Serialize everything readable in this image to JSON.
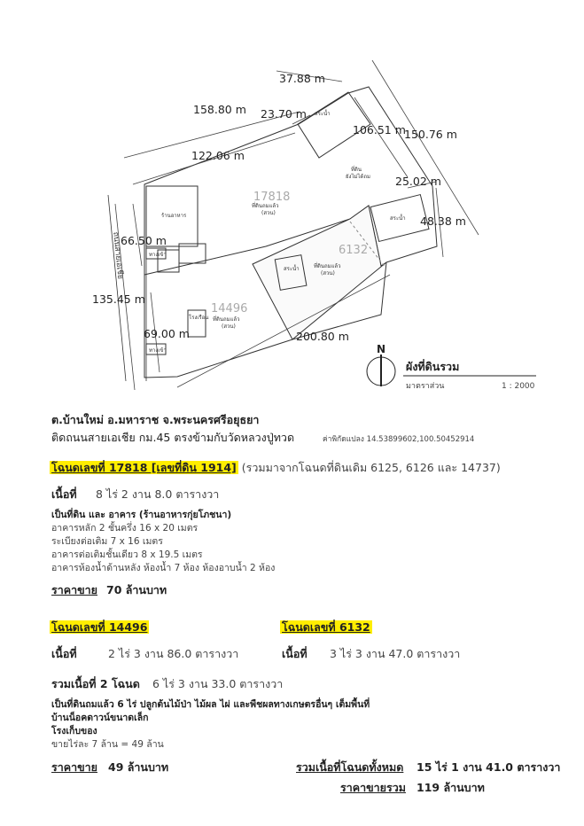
{
  "map": {
    "dimensions": {
      "d1": "158.80 m",
      "d2": "37.88 m",
      "d3": "23.70 m",
      "d4": "122.06 m",
      "d5": "106.51 m",
      "d6": "150.76 m",
      "d7": "25.02 m",
      "d8": "48.38 m",
      "d9": "66.50 m",
      "d10": "135.45 m",
      "d11": "69.00 m",
      "d12": "200.80 m"
    },
    "plots": {
      "p1": "17818",
      "p2": "14496",
      "p3": "6132"
    },
    "labels": {
      "pond": "สระน้ำ",
      "empty_land": "ที่ดิน",
      "empty_land_sub": "ยังไม่ได้ถม",
      "filled": "ที่ดินถมแล้ว",
      "garden": "(สวน)",
      "road": "ถนนสายเอเชีย",
      "restaurant": "ร้านอาหาร",
      "shop": "ทางเข้า",
      "factory": "โรงเรือน"
    },
    "legend": {
      "north": "N",
      "title": "ผังที่ดินรวม",
      "scale_label": "มาตราส่วน",
      "scale_value": "1 : 2000"
    }
  },
  "location": {
    "line1": "ต.บ้านใหม่ อ.มหาราช จ.พระนครศรีอยุธยา",
    "line2": "ติดถนนสายเอเชีย กม.45 ตรงข้ามกับวัดหลวงปู่ทวด",
    "coords": "ค่าพิกัดแปลง 14.53899602,100.50452914"
  },
  "deed1": {
    "title": "โฉนดเลขที่ 17818 [เลขที่ดิน 1914]",
    "note": "(รวมมาจากโฉนดที่ดินเดิม 6125, 6126 และ 14737)",
    "area_label": "เนื้อที่",
    "area": "8 ไร่ 2 งาน 8.0 ตารางวา",
    "desc_title": "เป็นที่ดิน และ อาคาร (ร้านอาหารกุ่ยโภชนา)",
    "desc": [
      "อาคารหลัก 2 ชั้นครึ่ง 16 x 20 เมตร",
      "ระเบียงต่อเติม 7 x 16 เมตร",
      "อาคารต่อเติมชั้นเดียว 8 x 19.5 เมตร",
      "อาคารห้องน้ำด้านหลัง ห้องน้ำ 7 ห้อง ห้องอาบน้ำ 2 ห้อง"
    ],
    "price_label": "ราคาขาย",
    "price": "70 ล้านบาท"
  },
  "deed2": {
    "title": "โฉนดเลขที่ 14496",
    "area_label": "เนื้อที่",
    "area": "2 ไร่ 3 งาน 86.0 ตารางวา"
  },
  "deed3": {
    "title": "โฉนดเลขที่ 6132",
    "area_label": "เนื้อที่",
    "area": "3 ไร่ 3 งาน 47.0 ตารางวา"
  },
  "combined": {
    "label": "รวมเนื้อที่ 2 โฉนด",
    "area": "6 ไร่ 3 งาน 33.0 ตารางวา",
    "desc_bold": [
      "เป็นที่ดินถมแล้ว 6 ไร่ ปลูกต้นไม้ป่า ไม้ผล ไผ่ และพืชผลทางเกษตรอื่นๆ เต็มพื้นที่",
      "บ้านน็อคดาวน์ขนาดเล็ก",
      "โรงเก็บของ"
    ],
    "desc": "ขายไร่ละ 7 ล้าน = 49 ล้าน",
    "price_label": "ราคาขาย",
    "price": "49 ล้านบาท"
  },
  "totals": {
    "area_label": "รวมเนื้อที่โฉนดทั้งหมด",
    "area": "15 ไร่ 1 งาน 41.0 ตารางวา",
    "price_label": "ราคาขายรวม",
    "price": "119 ล้านบาท"
  }
}
